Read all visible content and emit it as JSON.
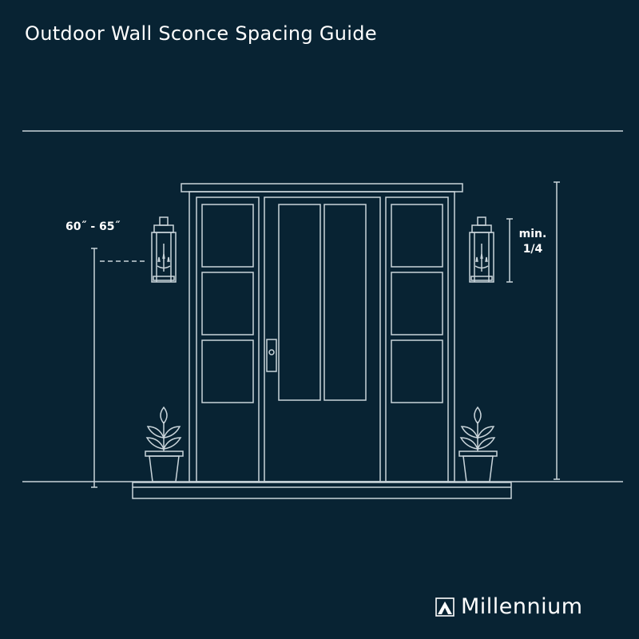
{
  "title": "Outdoor Wall Sconce Spacing Guide",
  "labels": {
    "mount_height": "60˝ - 65˝",
    "min_line1": "min.",
    "min_line2": "1/4"
  },
  "brand": {
    "name": "Millennium",
    "logo_icon": "millennium-logo-icon"
  },
  "colors": {
    "background": "#082333",
    "line": "#c9d4da",
    "text": "#ffffff"
  }
}
